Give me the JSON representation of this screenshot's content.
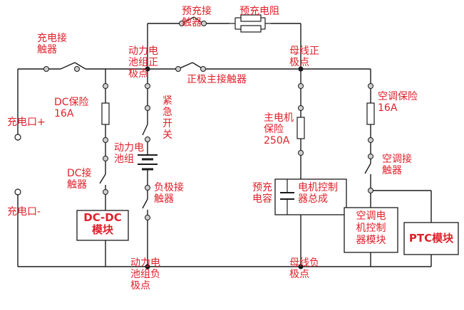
{
  "labels": {
    "charge_contactor": "充电接\n触器",
    "charge_port_pos": "充电口+",
    "charge_port_neg": "充电口-",
    "dc_fuse": "DC保险\n16A",
    "dc_contactor": "DC接\n触器",
    "dcdc_module": "DC-DC\n模块",
    "pack_pos_pole": "动力电\n池组正\n极点",
    "emergency_switch": "紧\n急\n开\n关",
    "battery_pack": "动力电\n池组",
    "neg_contactor": "负极接\n触器",
    "pack_neg_pole": "动力电\n池组负\n极点",
    "precharge_contactor": "预充接\n触器",
    "precharge_resistor": "预充电阻",
    "pos_main_contactor": "正极主接触器",
    "bus_pos_pole": "母线正\n极点",
    "main_motor_fuse": "主电机\n保险\n250A",
    "precharge_cap": "预充\n电容",
    "motor_controller": "电机控制\n器总成",
    "bus_neg_pole": "母线负\n极点",
    "ac_fuse": "空调保险\n16A",
    "ac_contactor": "空调接\n触器",
    "ac_motor_controller": "空调电\n机控制\n器模块",
    "ptc_module": "PTC模块"
  },
  "colors": {
    "wire": "#1a1a1a",
    "label": "#e0202a",
    "terminal_fill": "#cfcfcf"
  }
}
